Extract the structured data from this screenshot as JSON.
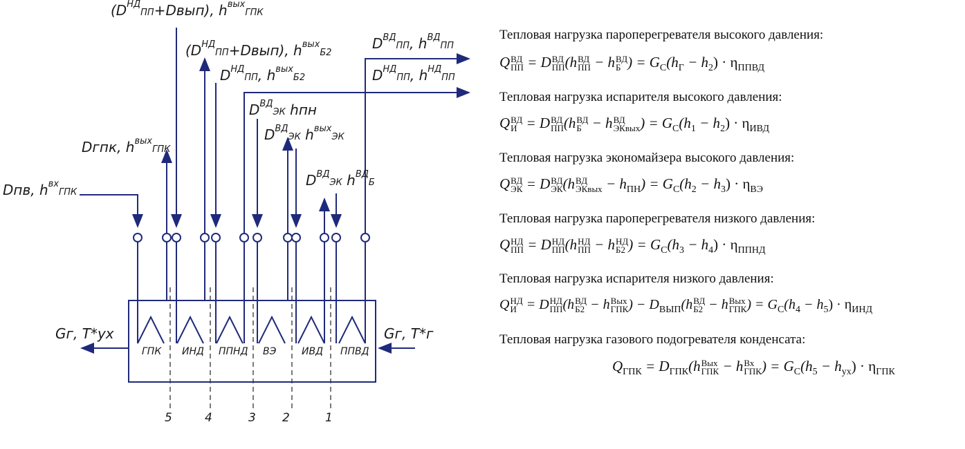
{
  "diagram": {
    "section_labels": [
      "ГПК",
      "ИНД",
      "ППНД",
      "ВЭ",
      "ИВД",
      "ППВД"
    ],
    "section_numbers": [
      "5",
      "4",
      "3",
      "2",
      "1"
    ],
    "gas_in": {
      "main": "Gг, T*г"
    },
    "gas_out": {
      "main": "Gг, T*ух"
    },
    "flows": [
      {
        "main": "Dпв, h",
        "sup": "вх",
        "sub": "ГПК"
      },
      {
        "main": "Dгпк, h",
        "sup": "вых",
        "sub": "ГПК"
      },
      {
        "prefix": "(D",
        "sup1": "НД",
        "sub1": "ПП",
        "mid": "+Dвып), h",
        "sup": "вых",
        "sub": "ГПК"
      },
      {
        "prefix": "(D",
        "sup1": "НД",
        "sub1": "ПП",
        "mid": "+Dвып), h",
        "sup": "вых",
        "sub": "Б2"
      },
      {
        "prefix": "D",
        "sup1": "НД",
        "sub1": "ПП",
        "mid": ", h",
        "sup": "вых",
        "sub": "Б2"
      },
      {
        "prefix": "D",
        "sup1": "ВД",
        "sub1": "ЭК",
        "mid": " hпн"
      },
      {
        "prefix": "D",
        "sup1": "ВД",
        "sub1": "ЭК",
        "mid": " h",
        "sup": "вых",
        "sub": "ЭК"
      },
      {
        "prefix": "D",
        "sup1": "ВД",
        "sub1": "ЭК",
        "mid": " h",
        "sup": "ВД",
        "sub": "Б"
      },
      {
        "prefix": "D",
        "sup1": "ВД",
        "sub1": "ПП",
        "mid": ", h",
        "sup": "ВД",
        "sub": "ПП"
      },
      {
        "prefix": "D",
        "sup1": "НД",
        "sub1": "ПП",
        "mid": ", h",
        "sup": "НД",
        "sub": "ПП"
      }
    ]
  },
  "formulas": [
    {
      "heading": "Тепловая нагрузка пароперегревателя высокого давления:",
      "lhs": "Q",
      "lhs_sup": "ВД",
      "lhs_sub": "ПП",
      "parts": [
        "= D",
        "ВД",
        "ПП",
        "(h",
        "ВД",
        "ПП",
        "− h",
        "ВД",
        "Б",
        ") = G",
        "С",
        "(h",
        "Г",
        "− h",
        "2",
        ") · η",
        "ППВД"
      ]
    },
    {
      "heading": "Тепловая нагрузка испарителя высокого давления:",
      "lhs": "Q",
      "lhs_sup": "ВД",
      "lhs_sub": "И",
      "parts": [
        "= D",
        "ВД",
        "ПП",
        "(h",
        "ВД",
        "Б",
        "− h",
        "ВД",
        "ЭКвых",
        ") = G",
        "С",
        "(h",
        "1",
        "− h",
        "2",
        ") · η",
        "ИВД"
      ]
    },
    {
      "heading": "Тепловая нагрузка экономайзера высокого давления:",
      "lhs": "Q",
      "lhs_sup": "ВД",
      "lhs_sub": "ЭК",
      "parts": [
        "= D",
        "ВД",
        "ЭК",
        "(h",
        "ВД",
        "ЭКвых",
        "− h",
        "",
        "ПН",
        ") = G",
        "С",
        "(h",
        "2",
        "− h",
        "3",
        ") · η",
        "ВЭ"
      ]
    },
    {
      "heading": "Тепловая нагрузка пароперегревателя низкого давления:",
      "lhs": "Q",
      "lhs_sup": "НД",
      "lhs_sub": "ПП",
      "parts": [
        "= D",
        "НД",
        "ПП",
        "(h",
        "НД",
        "ПП",
        "− h",
        "НД",
        "Б2",
        ") = G",
        "С",
        "(h",
        "3",
        "− h",
        "4",
        ") · η",
        "ППНД"
      ]
    },
    {
      "heading": "Тепловая нагрузка испарителя низкого давления:",
      "lhs": "Q",
      "lhs_sup": "НД",
      "lhs_sub": "И",
      "parts": [
        "= D",
        "НД",
        "ПП",
        "(h",
        "ВД",
        "Б2",
        "− h",
        "Вых",
        "ГПК",
        ") − D",
        "",
        "ВЫП",
        "(h",
        "ВД",
        "Б2",
        "− h",
        "Вых",
        "ГПК",
        ") = G",
        "С",
        "(h",
        "4",
        "− h",
        "5",
        ") · η",
        "ИНД"
      ]
    },
    {
      "heading": "Тепловая нагрузка газового подогревателя конденсата:",
      "lhs": "Q",
      "lhs_sup": "",
      "lhs_sub": "ГПК",
      "parts": [
        "= D",
        "",
        "ГПК",
        "(h",
        "Вых",
        "ГПК",
        "− h",
        "Вх",
        "ГПК",
        ") = G",
        "С",
        "(h",
        "5",
        "− h",
        "ух",
        ") · η",
        "ГПК"
      ]
    }
  ],
  "colors": {
    "line": "#1f2a7a",
    "text": "#111111"
  }
}
